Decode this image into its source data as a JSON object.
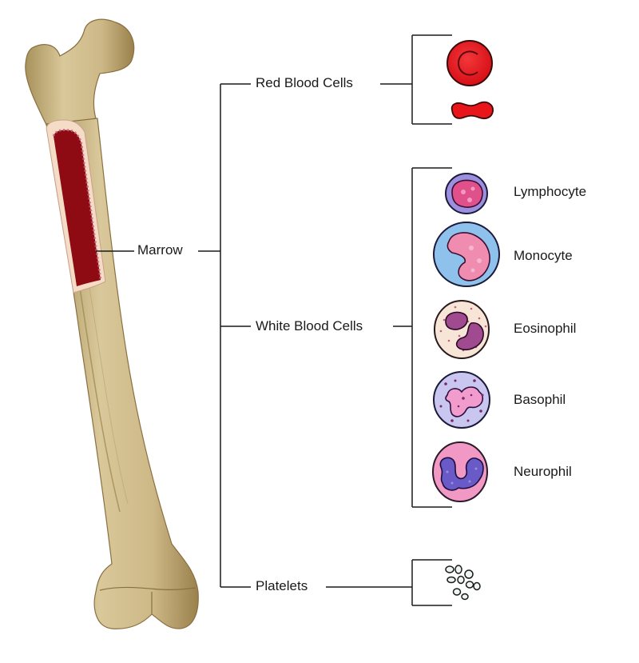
{
  "diagram": {
    "subject": "Bone marrow and blood cell types",
    "root": {
      "label": "Marrow"
    },
    "branches": [
      {
        "label": "Red Blood Cells",
        "cells": [
          {
            "name": "red-blood-cell-face",
            "color": "#e8161b"
          },
          {
            "name": "red-blood-cell-side",
            "color": "#e8161b"
          }
        ]
      },
      {
        "label": "White Blood Cells",
        "cells": [
          {
            "label": "Lymphocyte",
            "cytoplasm": "#9c8fe0",
            "nucleus": "#e0508a"
          },
          {
            "label": "Monocyte",
            "cytoplasm": "#8ec2ec",
            "nucleus": "#f08cb0"
          },
          {
            "label": "Eosinophil",
            "cytoplasm": "#f7e6d8",
            "nucleus": "#a04b8f"
          },
          {
            "label": "Basophil",
            "cytoplasm": "#c9c6f0",
            "nucleus": "#f29ccd"
          },
          {
            "label": "Neurophil",
            "cytoplasm": "#f298c4",
            "nucleus": "#6a5ac8"
          }
        ]
      },
      {
        "label": "Platelets",
        "cells": [
          {
            "name": "platelet-cluster",
            "color": "#9ec8b8"
          }
        ]
      }
    ],
    "colors": {
      "bone": "#cdb887",
      "bone_shadow": "#9a814c",
      "marrow": "#8e0b14",
      "line": "#1a1a1a"
    }
  }
}
